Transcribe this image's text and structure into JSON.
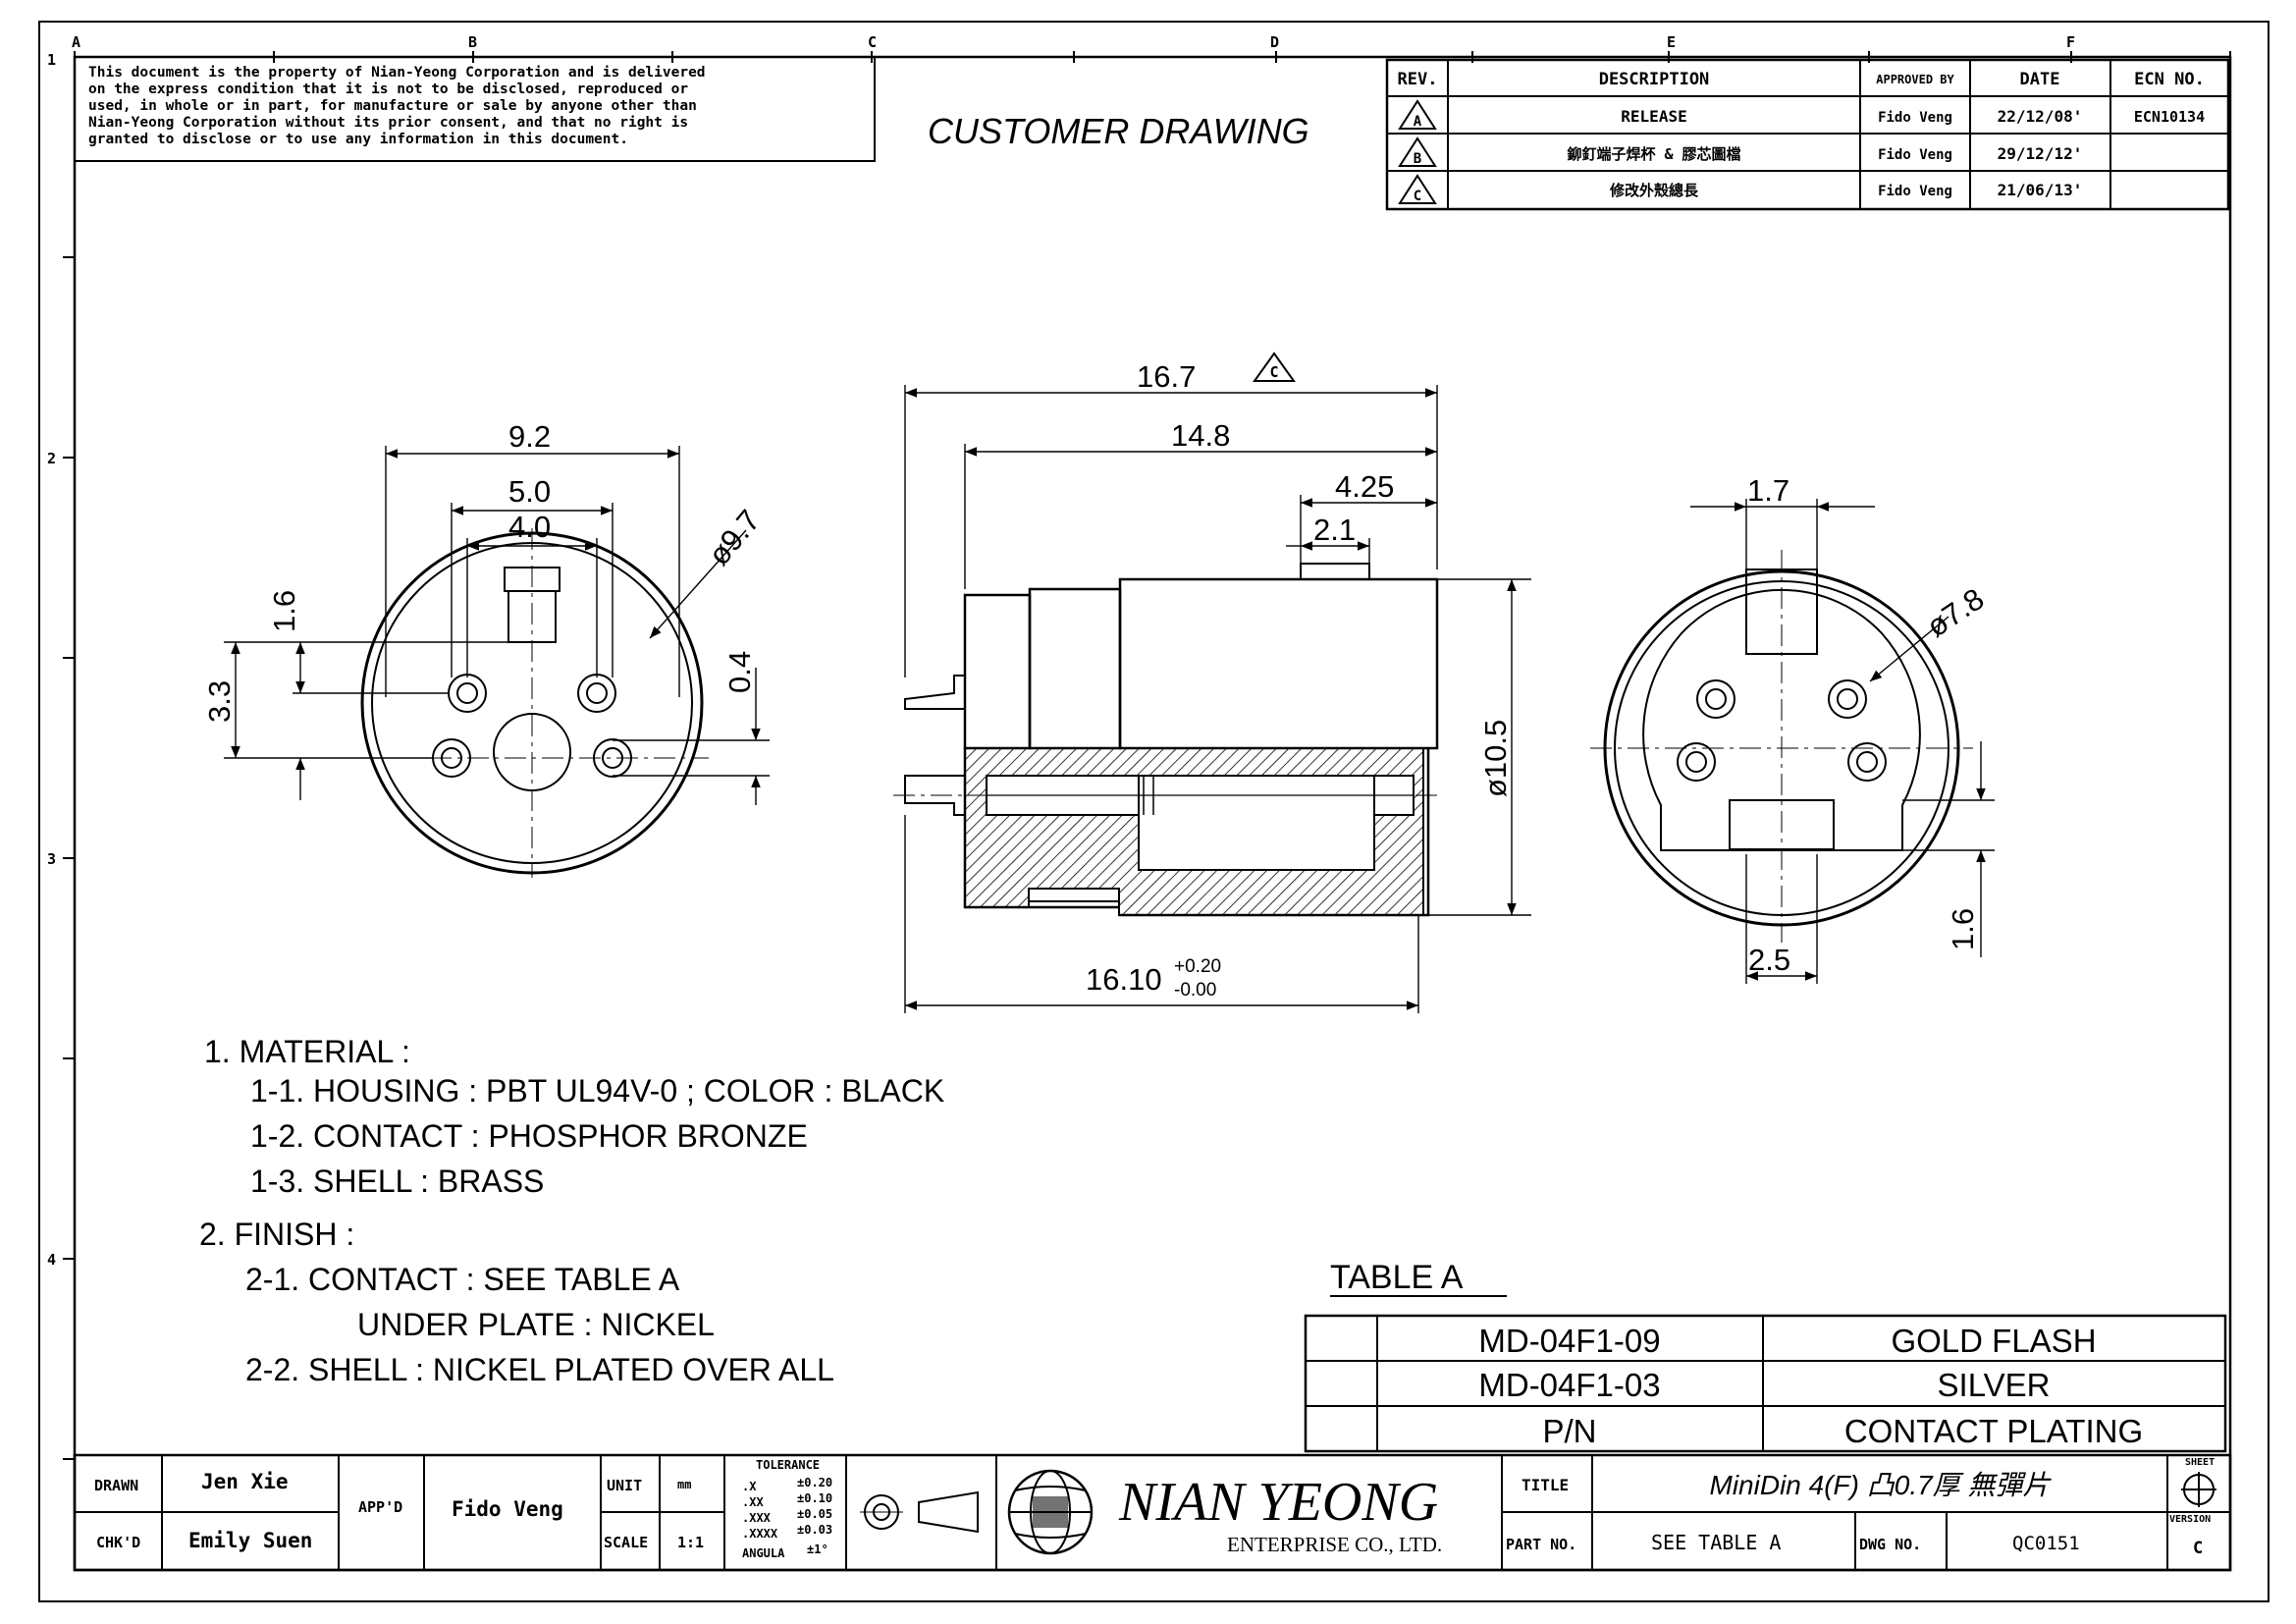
{
  "sheet": {
    "zone_letters": [
      "A",
      "B",
      "C",
      "D",
      "E",
      "F"
    ],
    "zone_numbers": [
      "1",
      "2",
      "3",
      "4"
    ]
  },
  "notice": [
    "This document is the property of Nian-Yeong Corporation and is delivered",
    "on  the  express condition that it is not to be disclosed, reproduced or",
    "used, in whole or in part, for manufacture or sale by anyone other than",
    "Nian-Yeong Corporation without  its prior consent, and that  no right  is",
    "granted to disclose or to use any information in this  document."
  ],
  "drawing_type": "CUSTOMER DRAWING",
  "revisions": {
    "headers": [
      "REV.",
      "DESCRIPTION",
      "APPROVED BY",
      "DATE",
      "ECN NO."
    ],
    "rows": [
      {
        "rev": "A",
        "description": "RELEASE",
        "approved": "Fido Veng",
        "date": "22/12/08'",
        "ecn": "ECN10134"
      },
      {
        "rev": "B",
        "description": "鉚釘端子焊杯 & 膠芯圖檔",
        "approved": "Fido Veng",
        "date": "29/12/12'",
        "ecn": ""
      },
      {
        "rev": "C",
        "description": "修改外殼總長",
        "approved": "Fido Veng",
        "date": "21/06/13'",
        "ecn": ""
      }
    ]
  },
  "dimensions": {
    "front": {
      "d92": "9.2",
      "d50": "5.0",
      "d40": "4.0",
      "d16": "1.6",
      "d33": "3.3",
      "d04": "0.4",
      "phi97": "ø9.7"
    },
    "side": {
      "d167": "16.7",
      "rev_mark": "C",
      "d148": "14.8",
      "d425": "4.25",
      "d21": "2.1",
      "phi105": "ø10.5",
      "d1610": "16.10",
      "tol_plus": "+0.20",
      "tol_minus": "-0.00"
    },
    "rear": {
      "d17": "1.7",
      "phi78": "ø7.8",
      "d16": "1.6",
      "d25": "2.5"
    }
  },
  "notes": [
    "1. MATERIAL :",
    "1-1. HOUSING : PBT UL94V-0 ; COLOR : BLACK",
    "1-2. CONTACT : PHOSPHOR BRONZE",
    "1-3. SHELL : BRASS",
    "2. FINISH :",
    "2-1. CONTACT : SEE TABLE A",
    "UNDER PLATE : NICKEL",
    "2-2. SHELL : NICKEL PLATED OVER ALL"
  ],
  "table_a": {
    "title": "TABLE A",
    "rows": [
      {
        "pn": "MD-04F1-09",
        "plating": "GOLD FLASH"
      },
      {
        "pn": "MD-04F1-03",
        "plating": "SILVER"
      }
    ],
    "header": {
      "pn": "P/N",
      "plating": "CONTACT PLATING"
    }
  },
  "title_block": {
    "drawn_label": "DRAWN",
    "drawn": "Jen Xie",
    "chkd_label": "CHK'D",
    "chkd": "Emily Suen",
    "appd_label": "APP'D",
    "appd": "Fido Veng",
    "unit_label": "UNIT",
    "unit": "mm",
    "scale_label": "SCALE",
    "scale": "1:1",
    "tolerance_title": "TOLERANCE",
    "tolerances": [
      {
        "k": ".X",
        "v": "±0.20"
      },
      {
        "k": ".XX",
        "v": "±0.10"
      },
      {
        "k": ".XXX",
        "v": "±0.05"
      },
      {
        "k": ".XXXX",
        "v": "±0.03"
      },
      {
        "k": "ANGULA",
        "v": "±1°"
      }
    ],
    "company": "NIAN  YEONG",
    "company_sub": "ENTERPRISE CO., LTD.",
    "title_label": "TITLE",
    "title": "MiniDin 4(F) 凸0.7厚 無彈片",
    "partno_label": "PART NO.",
    "partno": "SEE TABLE A",
    "dwgno_label": "DWG NO.",
    "dwgno": "QC0151",
    "sheet_label": "SHEET",
    "version_label": "VERSION",
    "version": "C"
  }
}
